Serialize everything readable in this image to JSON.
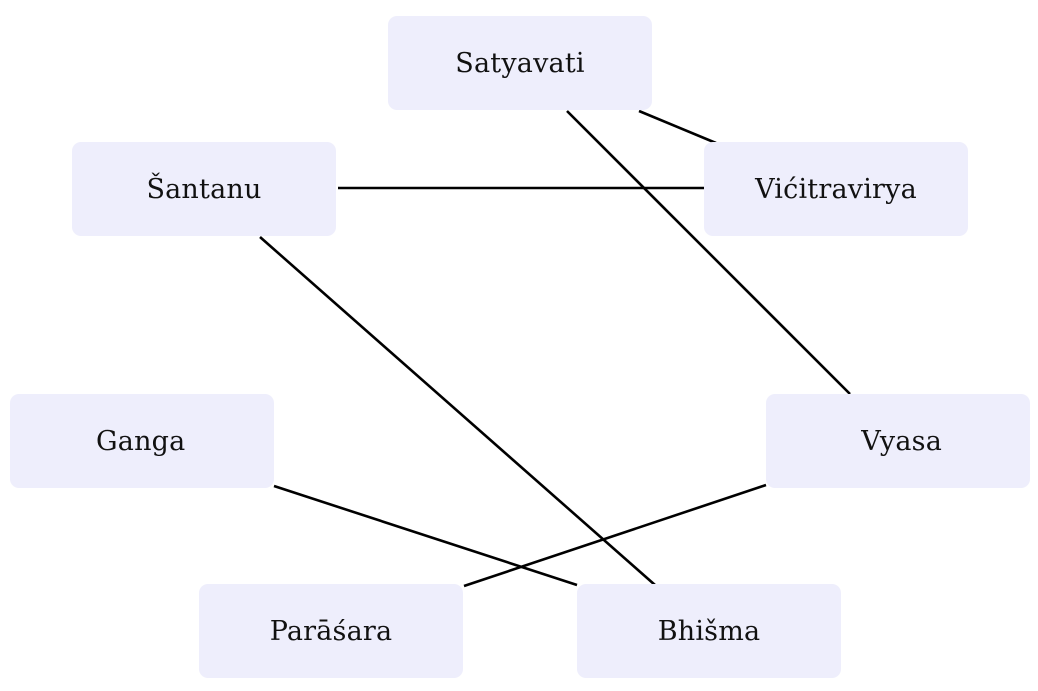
{
  "diagram": {
    "nodes": [
      {
        "id": "satyavati",
        "label": "Satyavati"
      },
      {
        "id": "santanu",
        "label": "Šantanu"
      },
      {
        "id": "vicitravirya",
        "label": "Vićitravirya"
      },
      {
        "id": "ganga",
        "label": "Ganga"
      },
      {
        "id": "vyasa",
        "label": "Vyasa"
      },
      {
        "id": "parasara",
        "label": "Parāśara"
      },
      {
        "id": "bhisma",
        "label": "Bhišma"
      }
    ],
    "edges": [
      {
        "from": "satyavati",
        "to": "vicitravirya"
      },
      {
        "from": "satyavati",
        "to": "vyasa"
      },
      {
        "from": "santanu",
        "to": "vicitravirya"
      },
      {
        "from": "santanu",
        "to": "bhisma"
      },
      {
        "from": "ganga",
        "to": "bhisma"
      },
      {
        "from": "parasara",
        "to": "vyasa"
      }
    ],
    "colors": {
      "node_fill": "#eeeefc",
      "edge_stroke": "#000000",
      "text": "#111111"
    }
  }
}
